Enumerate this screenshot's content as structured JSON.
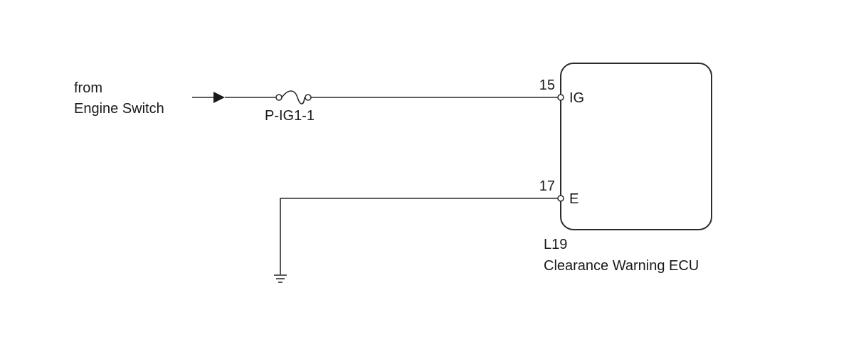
{
  "source": {
    "line1": "from",
    "line2": "Engine Switch"
  },
  "fuse": {
    "label": "P-IG1-1"
  },
  "ecu": {
    "connector_code": "L19",
    "name": "Clearance Warning ECU",
    "pins": [
      {
        "number": "15",
        "name": "IG"
      },
      {
        "number": "17",
        "name": "E"
      }
    ]
  },
  "colors": {
    "line": "#2b2b2b",
    "text": "#1a1a1a",
    "background": "#ffffff"
  }
}
